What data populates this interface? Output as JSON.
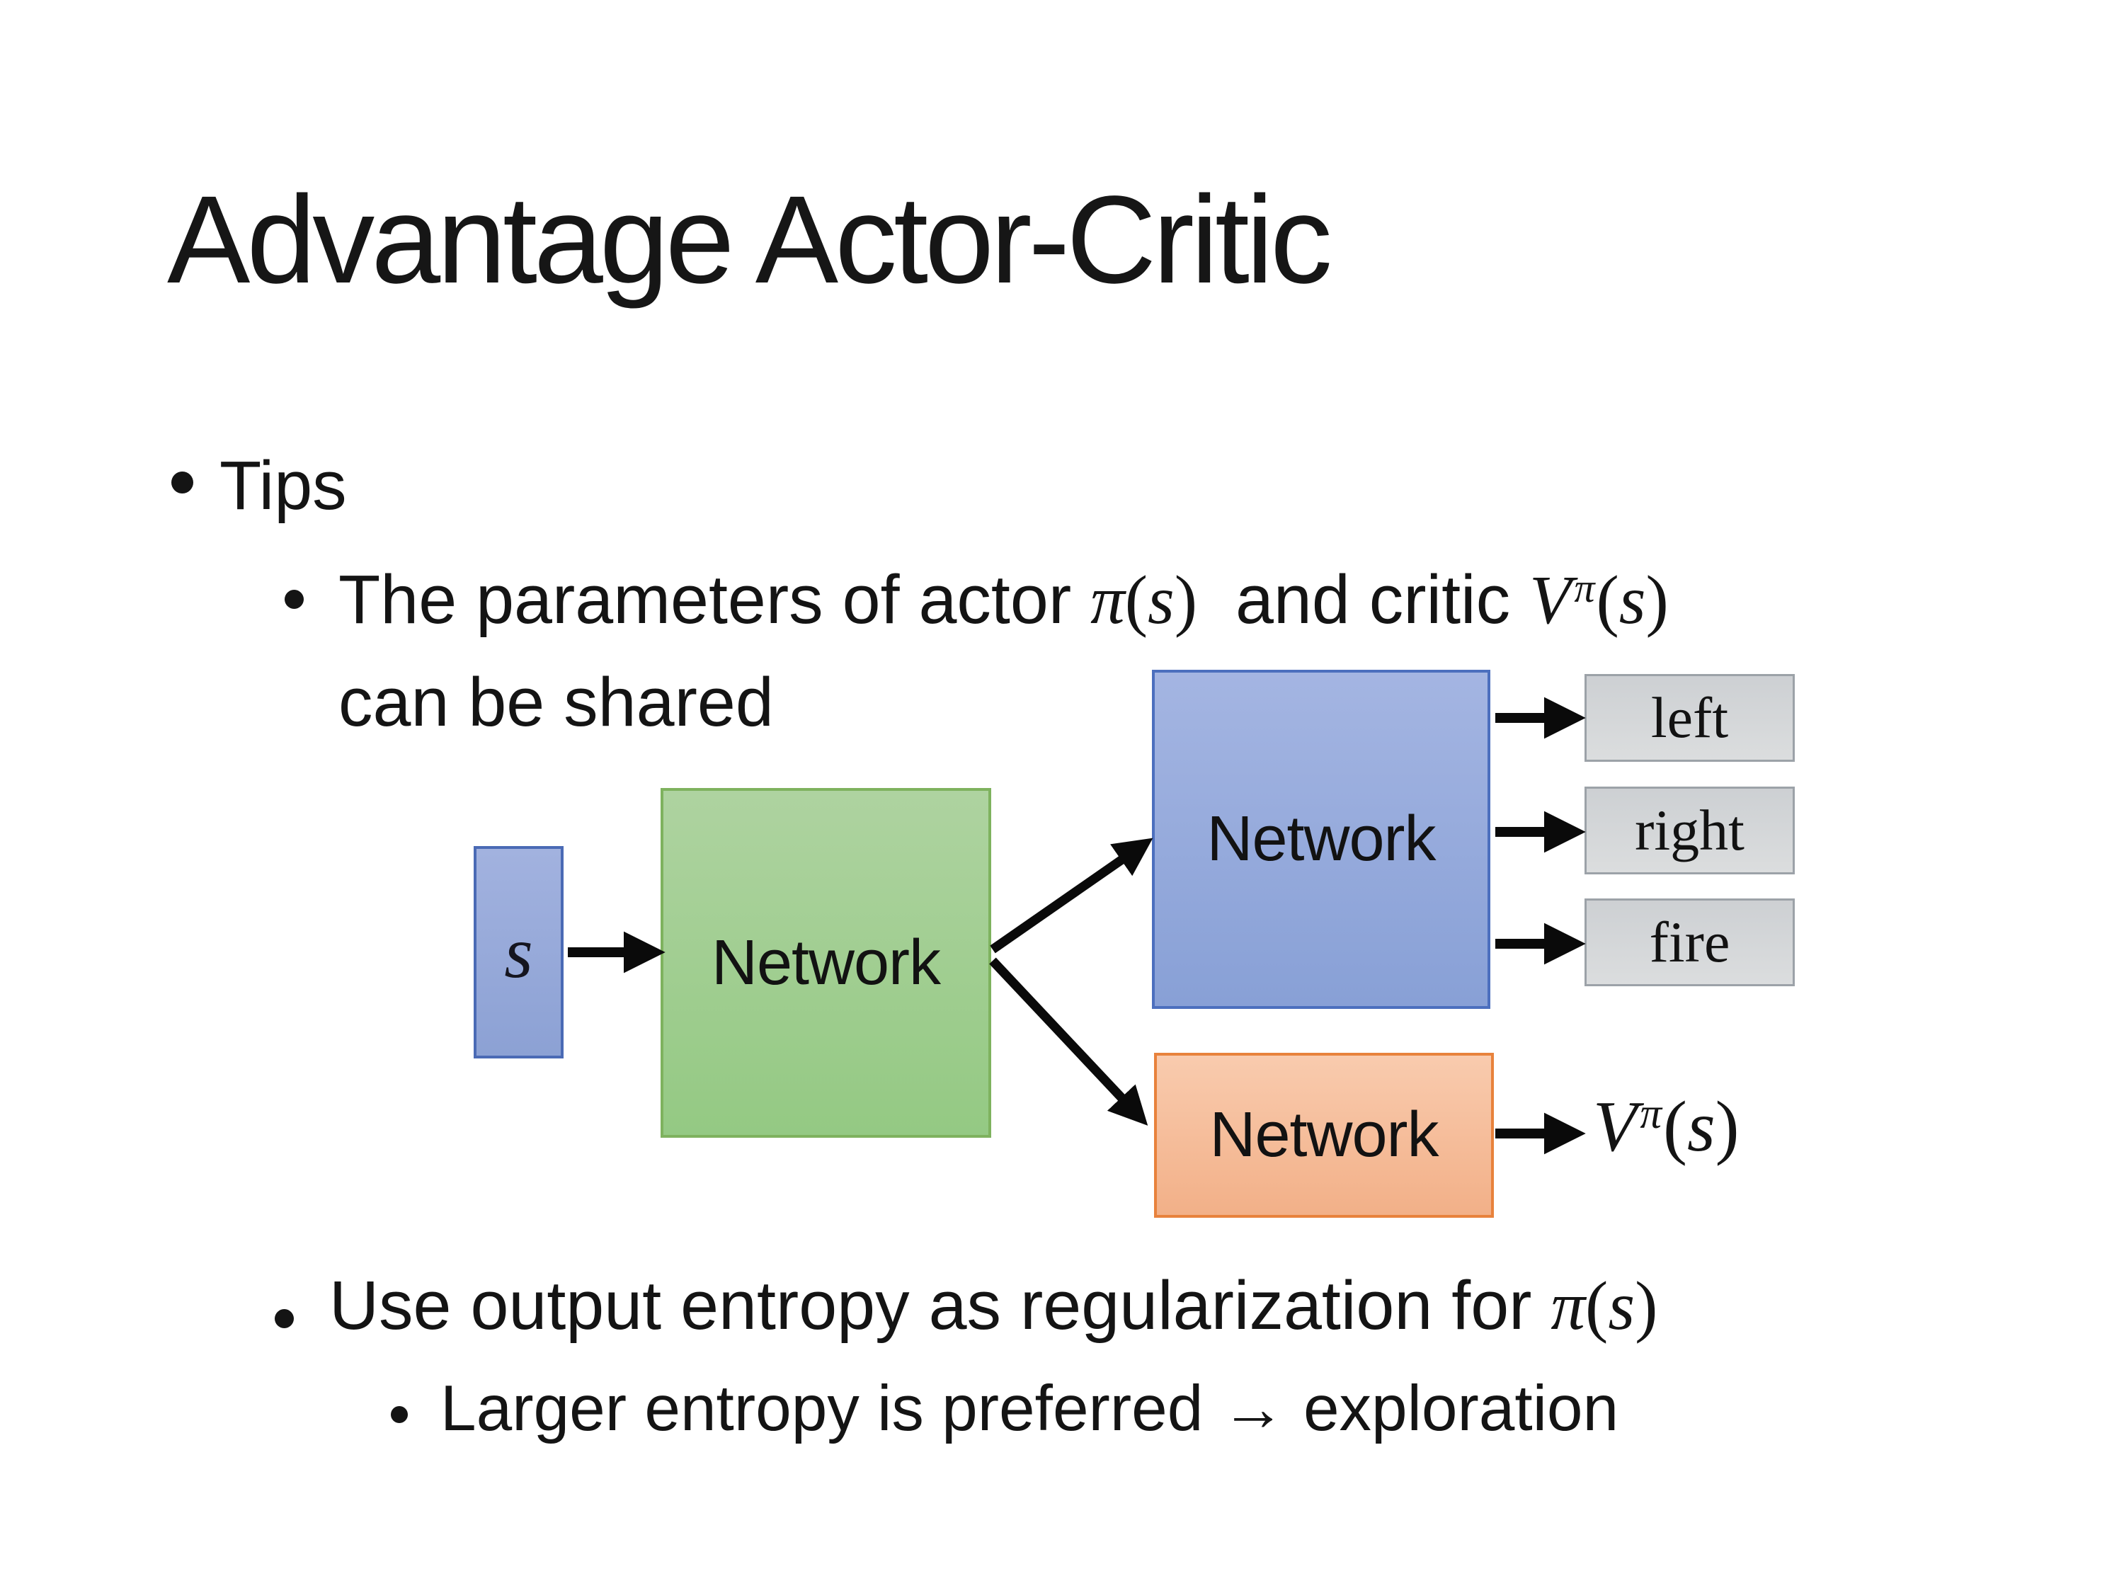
{
  "title": "Advantage Actor-Critic",
  "bullets": {
    "tips": "Tips",
    "shared": {
      "pre": "The parameters of actor ",
      "pi": "π",
      "open": "(",
      "s": "s",
      "close": ")",
      "mid": "  and critic ",
      "v": "V",
      "v_sup": "π",
      "v_open": "(",
      "v_s": "s",
      "v_close": ")",
      "line2": "can be shared"
    },
    "entropy": {
      "pre": "Use output entropy as regularization for ",
      "pi": "π",
      "open": "(",
      "s": "s",
      "close": ")"
    },
    "exploration": "Larger entropy is preferred → exploration"
  },
  "diagram": {
    "state_label": "s",
    "shared_network_label": "Network",
    "actor_network_label": "Network",
    "critic_network_label": "Network",
    "actions": [
      "left",
      "right",
      "fire"
    ],
    "value_output": {
      "v": "V",
      "sup": "π",
      "open": "(",
      "s": "s",
      "close": ")"
    },
    "colors": {
      "state_fill_top": "#a2b2df",
      "state_fill_bottom": "#8ca1d4",
      "state_border": "#4a6ab5",
      "shared_fill_top": "#aed3a0",
      "shared_fill_bottom": "#94c983",
      "shared_border": "#7eb25e",
      "actor_fill_top": "#a4b5e2",
      "actor_fill_bottom": "#88a0d6",
      "actor_border": "#4c6fbe",
      "critic_fill_top": "#f9cbae",
      "critic_fill_bottom": "#f2b088",
      "critic_border": "#e8823c",
      "action_fill_top": "#cdd0d3",
      "action_fill_bottom": "#dbddde",
      "action_border": "#9ca2a8",
      "arrow": "#0a0a0a",
      "text": "#141414"
    }
  }
}
